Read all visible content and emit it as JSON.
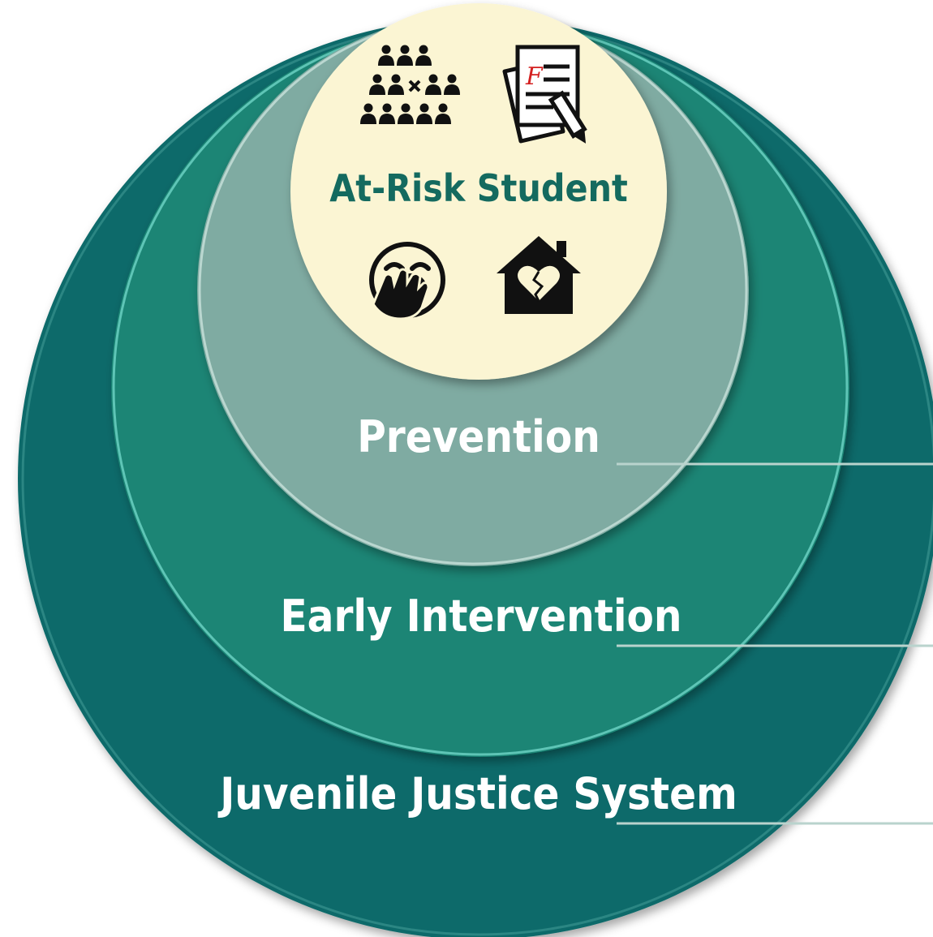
{
  "layers": [
    {
      "id": "juvenile",
      "label": "Juvenile Justice System",
      "color": "#0e6a6a"
    },
    {
      "id": "early",
      "label": "Early Intervention",
      "color": "#1a8575"
    },
    {
      "id": "prevention",
      "label": "Prevention",
      "color": "#7faba2"
    },
    {
      "id": "student",
      "label": "At-Risk Student",
      "color": "#fbf5d3",
      "text_color": "#146a5f"
    }
  ],
  "icons": [
    {
      "name": "crowd-icon"
    },
    {
      "name": "failed-test-icon",
      "grade": "F"
    },
    {
      "name": "yawning-face-icon"
    },
    {
      "name": "broken-heart-home-icon"
    }
  ],
  "leader_line_color": "#b9d3cd"
}
